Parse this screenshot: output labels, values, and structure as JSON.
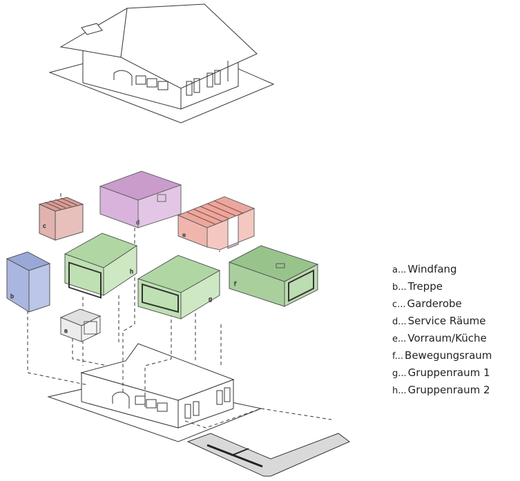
{
  "legend": [
    {
      "key": "a...",
      "label": "Windfang"
    },
    {
      "key": "b...",
      "label": "Treppe"
    },
    {
      "key": "c...",
      "label": "Garderobe"
    },
    {
      "key": "d...",
      "label": "Service Räume"
    },
    {
      "key": "e...",
      "label": "Vorraum/Küche"
    },
    {
      "key": "f...",
      "label": "Bewegungsraum"
    },
    {
      "key": "g...",
      "label": "Gruppenraum 1"
    },
    {
      "key": "h...",
      "label": "Gruppenraum 2"
    }
  ],
  "box_labels": {
    "a": "a",
    "b": "b",
    "c": "c",
    "d": "d",
    "e": "e",
    "f": "f",
    "g": "g",
    "h": "h"
  },
  "colors": {
    "garderobe": "#e2b3ae",
    "service": "#d9b3dc",
    "vorraum": "#f0b6ad",
    "treppe": "#aab6e0",
    "gruppen": "#bfe0b3",
    "bewegung": "#a9cf9d",
    "windfang": "#ececec",
    "line": "#333333"
  }
}
